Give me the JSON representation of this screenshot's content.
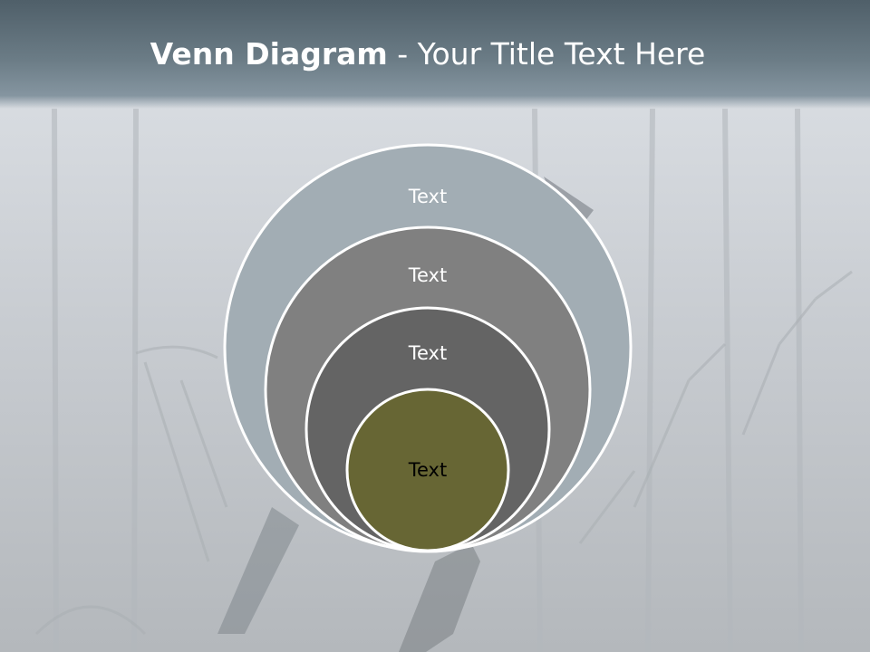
{
  "slide": {
    "title_bold": "Venn Diagram",
    "title_rest": " - Your Title Text Here"
  },
  "diagram": {
    "type": "nested-circles",
    "layers": [
      {
        "label": "Text",
        "fill": "#a2adb4",
        "text_color": "#ffffff"
      },
      {
        "label": "Text",
        "fill": "#808080",
        "text_color": "#ffffff"
      },
      {
        "label": "Text",
        "fill": "#646464",
        "text_color": "#ffffff"
      },
      {
        "label": "Text",
        "fill": "#676634",
        "text_color": "#000000"
      }
    ]
  },
  "colors": {
    "header": "#5b6b75",
    "background": "#c9cdd1",
    "outline": "#ffffff"
  }
}
